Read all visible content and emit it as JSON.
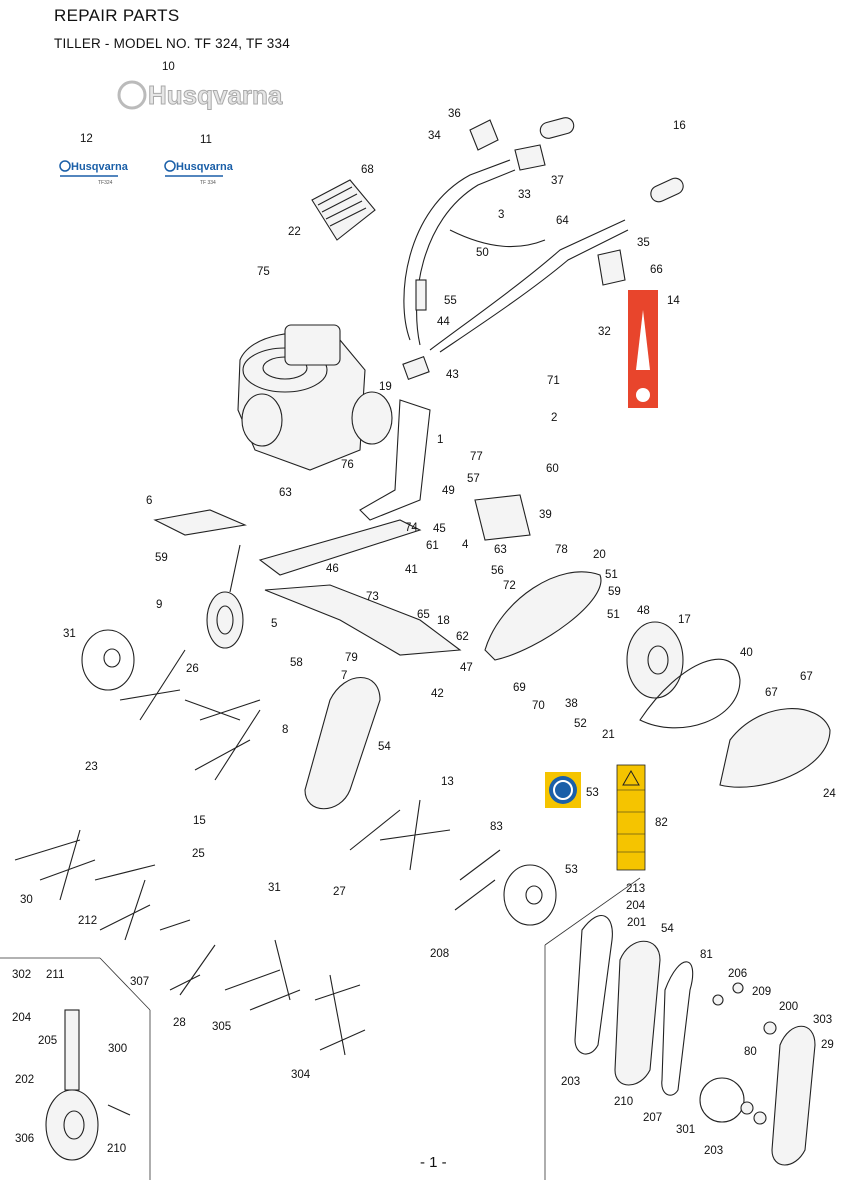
{
  "header": {
    "title": "REPAIR PARTS",
    "subtitle": "TILLER - MODEL NO. TF 324, TF 334"
  },
  "footer": {
    "page_number": "- 1 -"
  },
  "brand": {
    "name": "Husqvarna",
    "decal_tf324": "TF324",
    "decal_tf334": "TF 334",
    "accent_color": "#1a5fa8",
    "warning_color": "#e8452c",
    "caution_color": "#f5c400"
  },
  "callouts": [
    "10",
    "12",
    "11",
    "36",
    "34",
    "16",
    "37",
    "33",
    "68",
    "3",
    "64",
    "22",
    "50",
    "35",
    "66",
    "75",
    "55",
    "14",
    "32",
    "44",
    "43",
    "71",
    "19",
    "2",
    "1",
    "60",
    "76",
    "77",
    "49",
    "57",
    "63",
    "39",
    "6",
    "59",
    "74",
    "45",
    "4",
    "61",
    "41",
    "46",
    "63",
    "78",
    "20",
    "51",
    "56",
    "72",
    "73",
    "59",
    "5",
    "65",
    "18",
    "62",
    "9",
    "31",
    "47",
    "51",
    "48",
    "17",
    "40",
    "79",
    "58",
    "26",
    "7",
    "42",
    "69",
    "70",
    "38",
    "52",
    "21",
    "67",
    "67",
    "24",
    "8",
    "54",
    "23",
    "13",
    "53",
    "15",
    "82",
    "25",
    "83",
    "31",
    "53",
    "27",
    "30",
    "212",
    "213",
    "204",
    "201",
    "54",
    "208",
    "81",
    "307",
    "302",
    "211",
    "206",
    "209",
    "200",
    "303",
    "204",
    "29",
    "305",
    "300",
    "205",
    "80",
    "28",
    "304",
    "202",
    "203",
    "210",
    "207",
    "301",
    "306",
    "210",
    "203"
  ]
}
